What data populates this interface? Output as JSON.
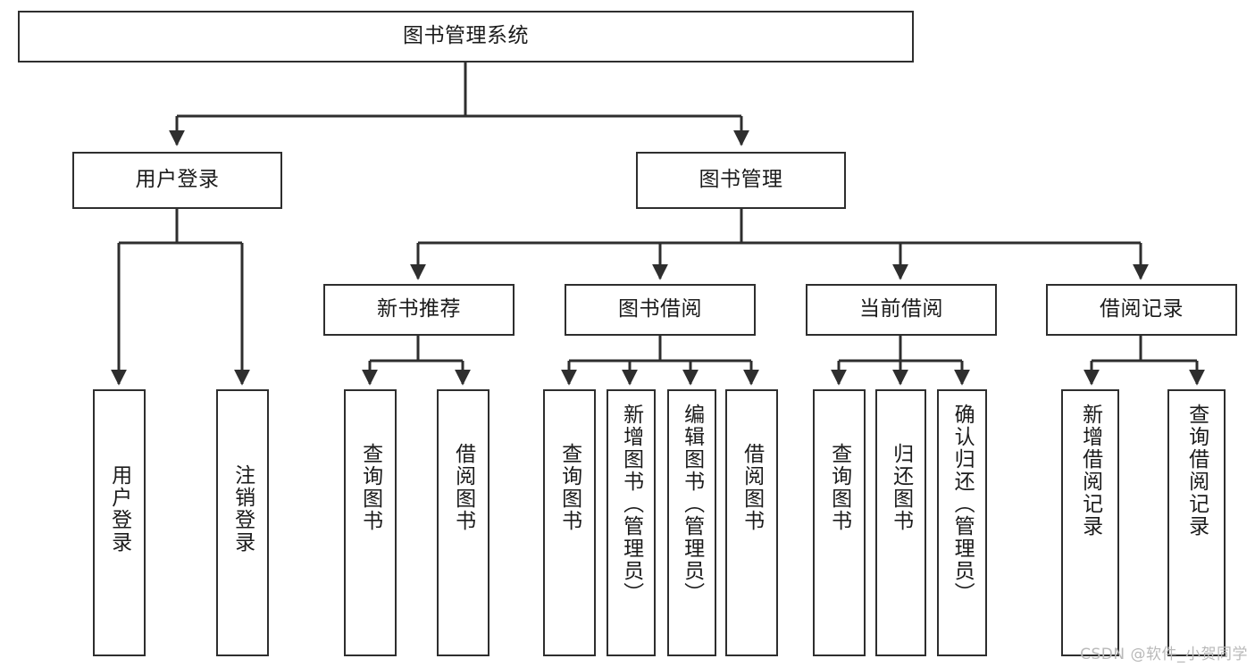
{
  "diagram": {
    "type": "tree-hierarchy",
    "title": "图书管理系统",
    "watermark": "CSDN @软件_小贺同学",
    "colors": {
      "node_border": "#2e2e2e",
      "node_fill": "#ffffff",
      "edge": "#2e2e2e",
      "text": "#1b1b1b",
      "watermark": "#b9b9b9",
      "background": "#ffffff"
    },
    "nodes": {
      "root": {
        "label": "图书管理系统",
        "level": 1,
        "orientation": "horizontal"
      },
      "user_login": {
        "label": "用户登录",
        "level": 2,
        "orientation": "horizontal"
      },
      "book_manage": {
        "label": "图书管理",
        "level": 2,
        "orientation": "horizontal"
      },
      "new_book_rec": {
        "label": "新书推荐",
        "level": 3,
        "orientation": "horizontal"
      },
      "book_borrow": {
        "label": "图书借阅",
        "level": 3,
        "orientation": "horizontal"
      },
      "current_borrow": {
        "label": "当前借阅",
        "level": 3,
        "orientation": "horizontal"
      },
      "borrow_record": {
        "label": "借阅记录",
        "level": 3,
        "orientation": "horizontal"
      },
      "leaf_user_login": {
        "label": "用户登录",
        "level": 4,
        "orientation": "vertical"
      },
      "leaf_logout": {
        "label": "注销登录",
        "level": 4,
        "orientation": "vertical"
      },
      "leaf_query_book_1": {
        "label": "查询图书",
        "level": 4,
        "orientation": "vertical"
      },
      "leaf_borrow_book_1": {
        "label": "借阅图书",
        "level": 4,
        "orientation": "vertical"
      },
      "leaf_query_book_2": {
        "label": "查询图书",
        "level": 4,
        "orientation": "vertical"
      },
      "leaf_add_book": {
        "label": "新增图书（管理员）",
        "level": 4,
        "orientation": "vertical"
      },
      "leaf_edit_book": {
        "label": "编辑图书（管理员）",
        "level": 4,
        "orientation": "vertical"
      },
      "leaf_borrow_book_2": {
        "label": "借阅图书",
        "level": 4,
        "orientation": "vertical"
      },
      "leaf_query_book_3": {
        "label": "查询图书",
        "level": 4,
        "orientation": "vertical"
      },
      "leaf_return_book": {
        "label": "归还图书",
        "level": 4,
        "orientation": "vertical"
      },
      "leaf_confirm_return": {
        "label": "确认归还（管理员）",
        "level": 4,
        "orientation": "vertical"
      },
      "leaf_add_record": {
        "label": "新增借阅记录",
        "level": 4,
        "orientation": "vertical"
      },
      "leaf_query_record": {
        "label": "查询借阅记录",
        "level": 4,
        "orientation": "vertical"
      }
    },
    "edges": [
      {
        "from": "root",
        "to": "user_login"
      },
      {
        "from": "root",
        "to": "book_manage"
      },
      {
        "from": "user_login",
        "to": "leaf_user_login"
      },
      {
        "from": "user_login",
        "to": "leaf_logout"
      },
      {
        "from": "book_manage",
        "to": "new_book_rec"
      },
      {
        "from": "book_manage",
        "to": "book_borrow"
      },
      {
        "from": "book_manage",
        "to": "current_borrow"
      },
      {
        "from": "book_manage",
        "to": "borrow_record"
      },
      {
        "from": "new_book_rec",
        "to": "leaf_query_book_1"
      },
      {
        "from": "new_book_rec",
        "to": "leaf_borrow_book_1"
      },
      {
        "from": "book_borrow",
        "to": "leaf_query_book_2"
      },
      {
        "from": "book_borrow",
        "to": "leaf_add_book"
      },
      {
        "from": "book_borrow",
        "to": "leaf_edit_book"
      },
      {
        "from": "book_borrow",
        "to": "leaf_borrow_book_2"
      },
      {
        "from": "current_borrow",
        "to": "leaf_query_book_3"
      },
      {
        "from": "current_borrow",
        "to": "leaf_return_book"
      },
      {
        "from": "current_borrow",
        "to": "leaf_confirm_return"
      },
      {
        "from": "borrow_record",
        "to": "leaf_add_record"
      },
      {
        "from": "borrow_record",
        "to": "leaf_query_record"
      }
    ]
  }
}
